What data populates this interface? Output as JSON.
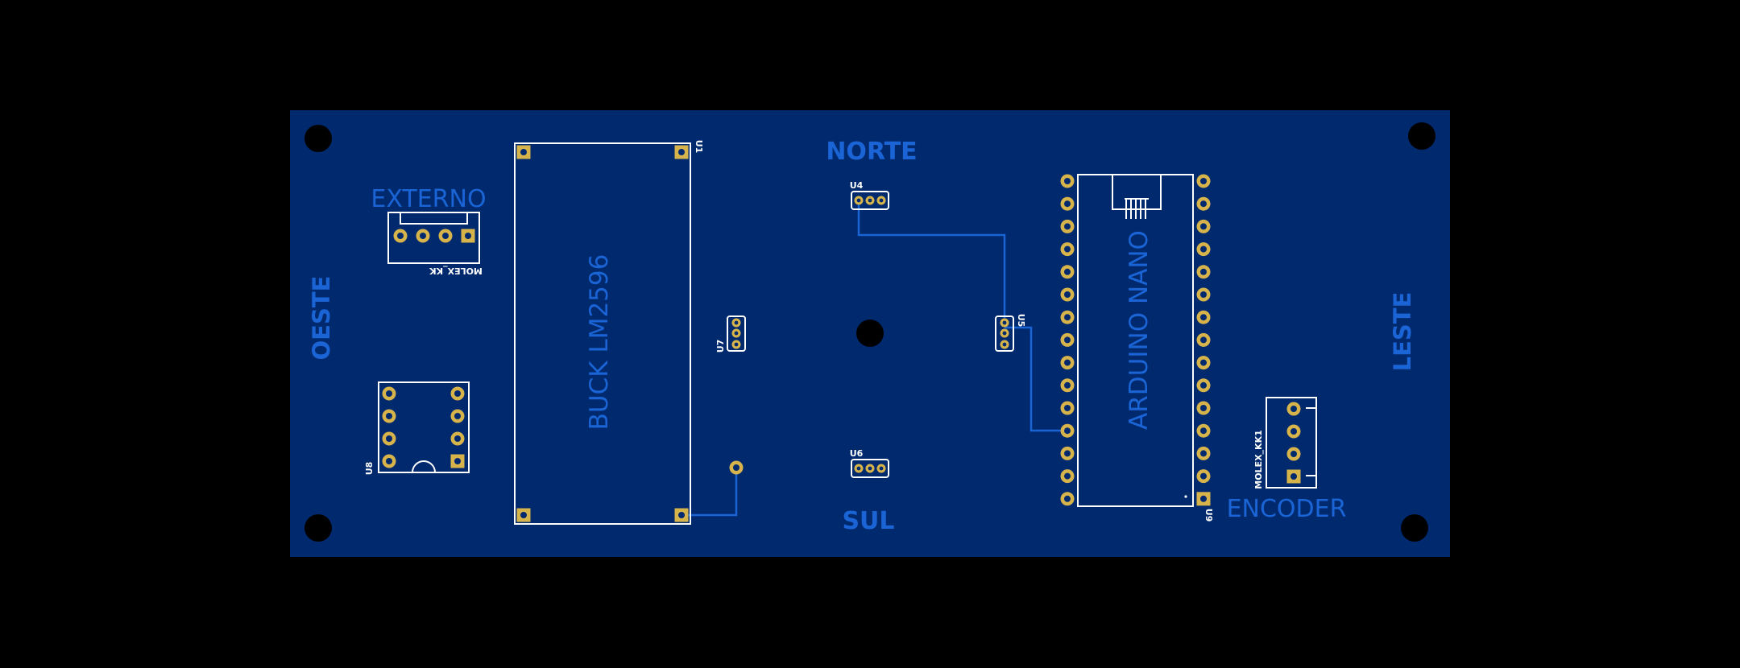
{
  "colors": {
    "background": "#000000",
    "board": "#012a6e",
    "silkscreen": "#ffffff",
    "label_blue": "#1a64d6",
    "trace": "#1a64d6",
    "pad_gold": "#d6b34b",
    "pad_hole": "#012a6e",
    "mount_hole": "#000000"
  },
  "labels": {
    "norte": "NORTE",
    "sul": "SUL",
    "oeste": "OESTE",
    "leste": "LESTE",
    "externo": "EXTERNO",
    "encoder": "ENCODER",
    "buck": "BUCK LM2596",
    "arduino": "ARDUINO NANO"
  },
  "refs": {
    "molex_kk": "MOLEX_KK",
    "molex_kk1": "MOLEX_KK1",
    "u1": "U1",
    "u4": "U4",
    "u5": "U5",
    "u6": "U6",
    "u7": "U7",
    "u8": "U8",
    "u9": "U9"
  },
  "icons": {
    "mount": "mounting-hole-icon",
    "usb": "usb-connector-icon"
  }
}
